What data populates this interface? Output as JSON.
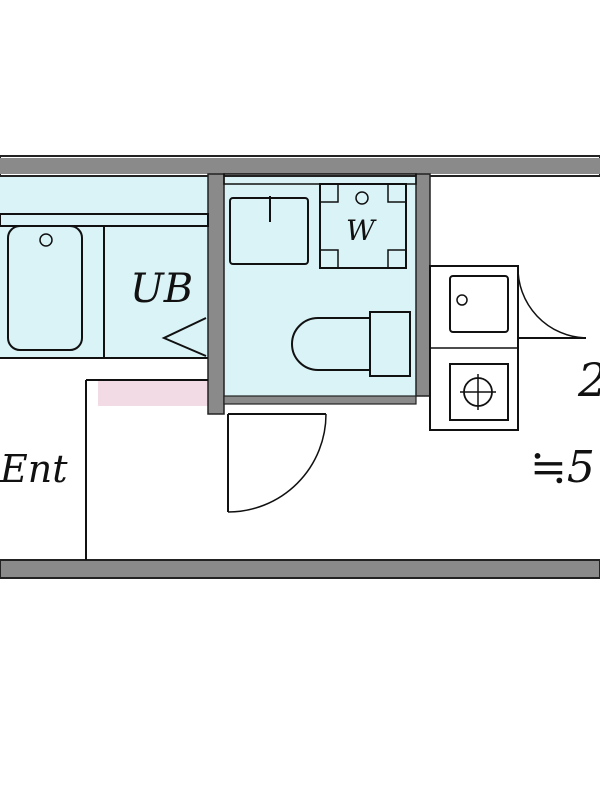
{
  "floorplan": {
    "colors": {
      "wall": "#7f7f7f",
      "wet_area": "#d9f3f7",
      "entrance_mat": "#f3dbe6",
      "line": "#111111"
    },
    "labels": {
      "unit_bath": "UB",
      "washer": "W",
      "entrance": "Ent",
      "room_number_partial": "2",
      "room_size_partial": "≒5"
    },
    "fixtures": [
      "bathtub",
      "washbasin",
      "washing-machine-pan",
      "toilet",
      "kitchen-sink",
      "gas-stove"
    ],
    "doors": [
      "bath-door",
      "toilet-door",
      "room-door"
    ]
  }
}
